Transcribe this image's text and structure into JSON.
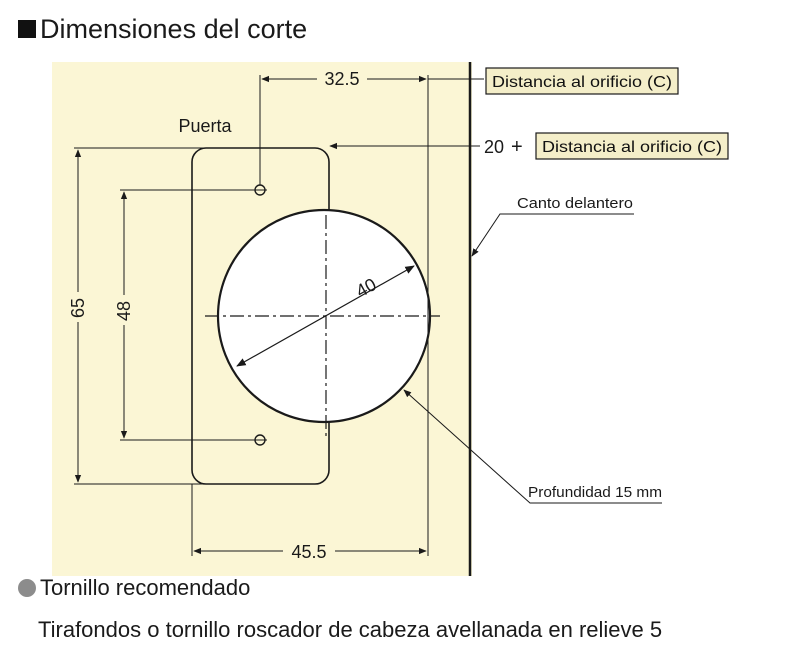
{
  "title": "Dimensiones del corte",
  "diagram": {
    "door_label": "Puerta",
    "dim_top": "32.5",
    "dim_bottom": "45.5",
    "dim_height_outer": "65",
    "dim_height_inner": "48",
    "dim_diameter": "40",
    "distance_prefix": "20",
    "plus_sign": "+",
    "distance_box_1": "Distancia al orificio (C)",
    "distance_box_2": "Distancia al orificio (C)",
    "front_edge_label": "Canto delantero",
    "depth_label": "Profundidad 15 mm",
    "colors": {
      "background_panel": "#fbf6d5",
      "label_box": "#f4eec9",
      "line": "#1a1a1a"
    }
  },
  "screw": {
    "heading": "Tornillo recomendado",
    "text": "Tirafondos o tornillo roscador de cabeza avellanada en relieve 5"
  }
}
